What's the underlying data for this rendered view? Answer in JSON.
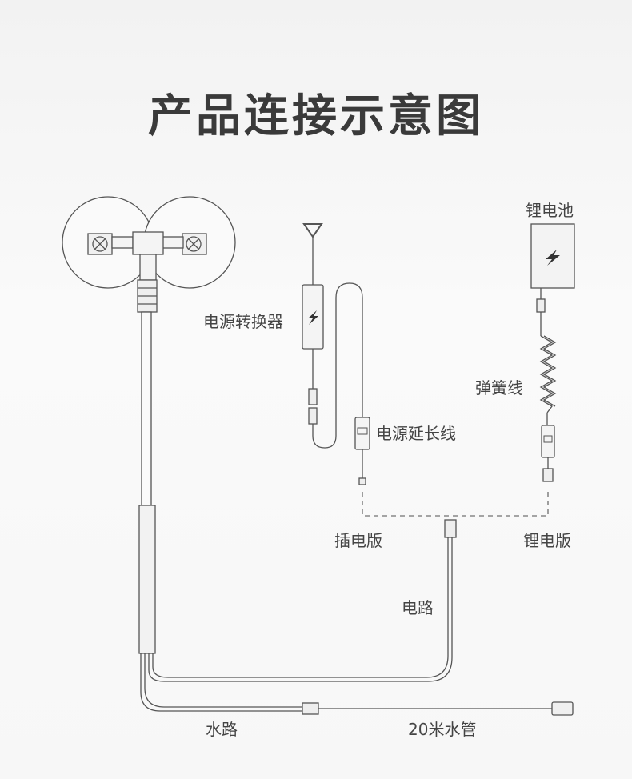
{
  "title": "产品连接示意图",
  "labels": {
    "battery": "锂电池",
    "power_converter": "电源转换器",
    "coil_cable": "弹簧线",
    "extension_cable": "电源延长线",
    "plug_version": "插电版",
    "battery_version": "锂电版",
    "electric_circuit": "电路",
    "water_circuit": "水路",
    "water_hose": "20米水管"
  },
  "icons": {
    "power_symbol": "lightning-bolt-icon"
  }
}
